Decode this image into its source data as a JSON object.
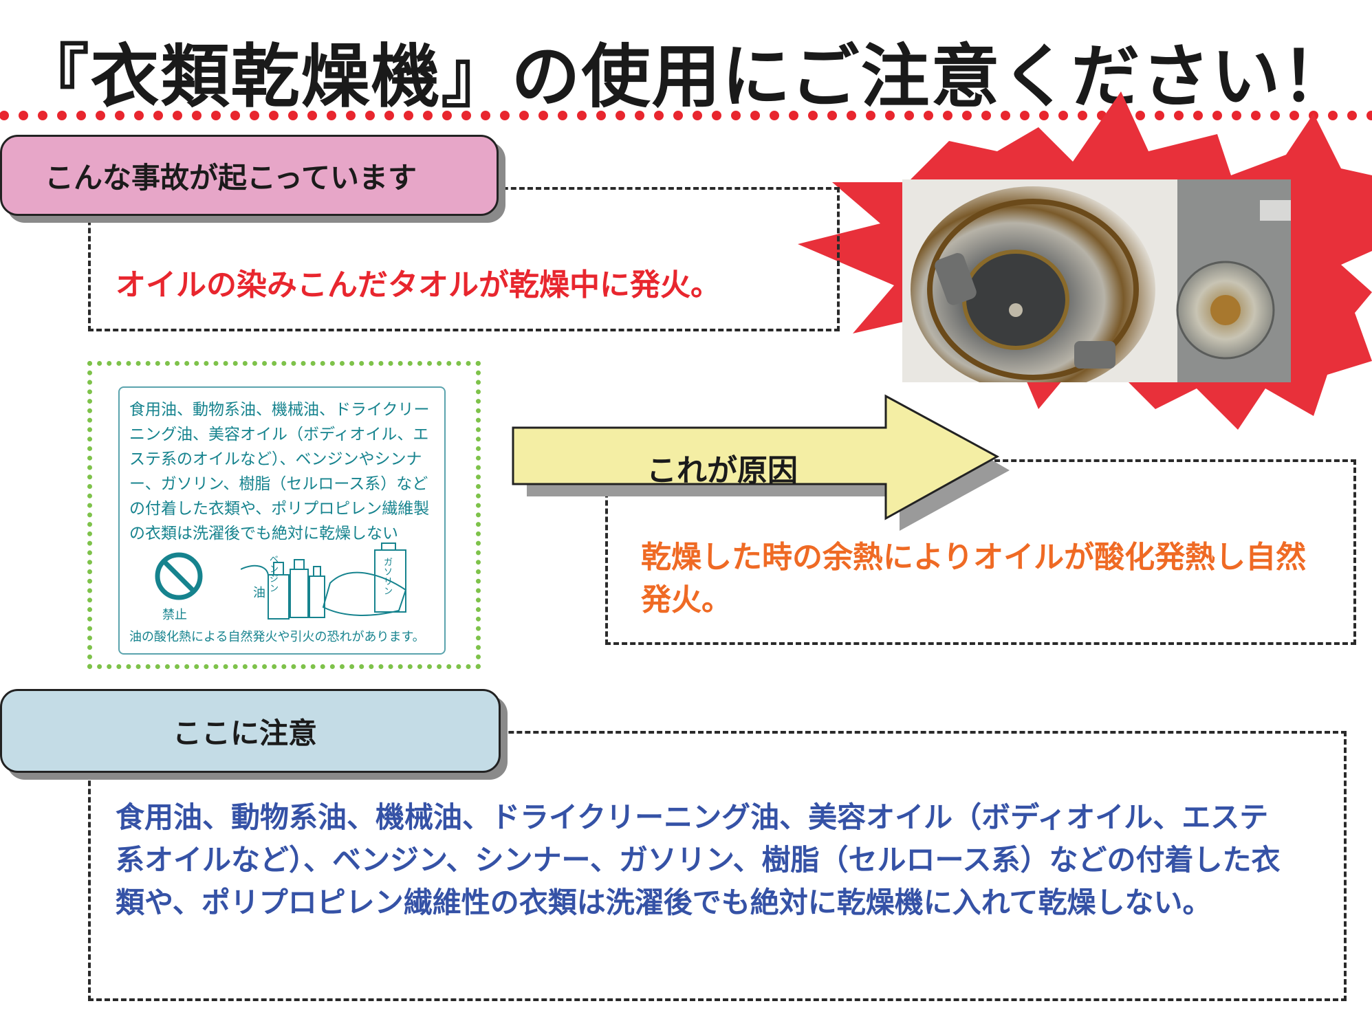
{
  "title": "『衣類乾燥機』の使用にご注意ください！",
  "section_accident": {
    "header": "こんな事故が起こっています",
    "text": "オイルの染みこんだタオルが乾燥中に発火。"
  },
  "warning_label": {
    "text": "食用油、動物系油、機械油、ドライクリーニング油、美容オイル（ボディオイル、エステ系のオイルなど）、ベンジンやシンナー、ガソリン、樹脂（セルロース系）などの付着した衣類や、ポリプロピレン繊維製の衣類は洗濯後でも絶対に乾燥しない",
    "prohibited": "禁止",
    "footer": "油の酸化熱による自然発火や引火の恐れがあります。",
    "item_labels": [
      "油",
      "ベンジン",
      "ガソリン"
    ]
  },
  "cause": {
    "header": "これが原因",
    "text": "乾燥した時の余熱によりオイルが酸化発熱し自然発火。"
  },
  "section_caution": {
    "header": "ここに注意",
    "text": "食用油、動物系油、機械油、ドライクリーニング油、美容オイル（ボディオイル、エステ系オイルなど）、ベンジン、シンナー、ガソリン、樹脂（セルロース系）などの付着した衣類や、ポリプロピレン繊維性の衣類は洗濯後でも絶対に乾燥機に入れて乾燥しない。"
  },
  "colors": {
    "burst": "#e8303a",
    "red_text": "#e8262e",
    "orange_text": "#ef6a24",
    "blue_text": "#3552a6",
    "pink_tab": "#e7a6c8",
    "blue_tab": "#c4dce6",
    "arrow": "#f4eea4",
    "label_teal": "#16838e",
    "green_dots": "#7ec24a"
  }
}
